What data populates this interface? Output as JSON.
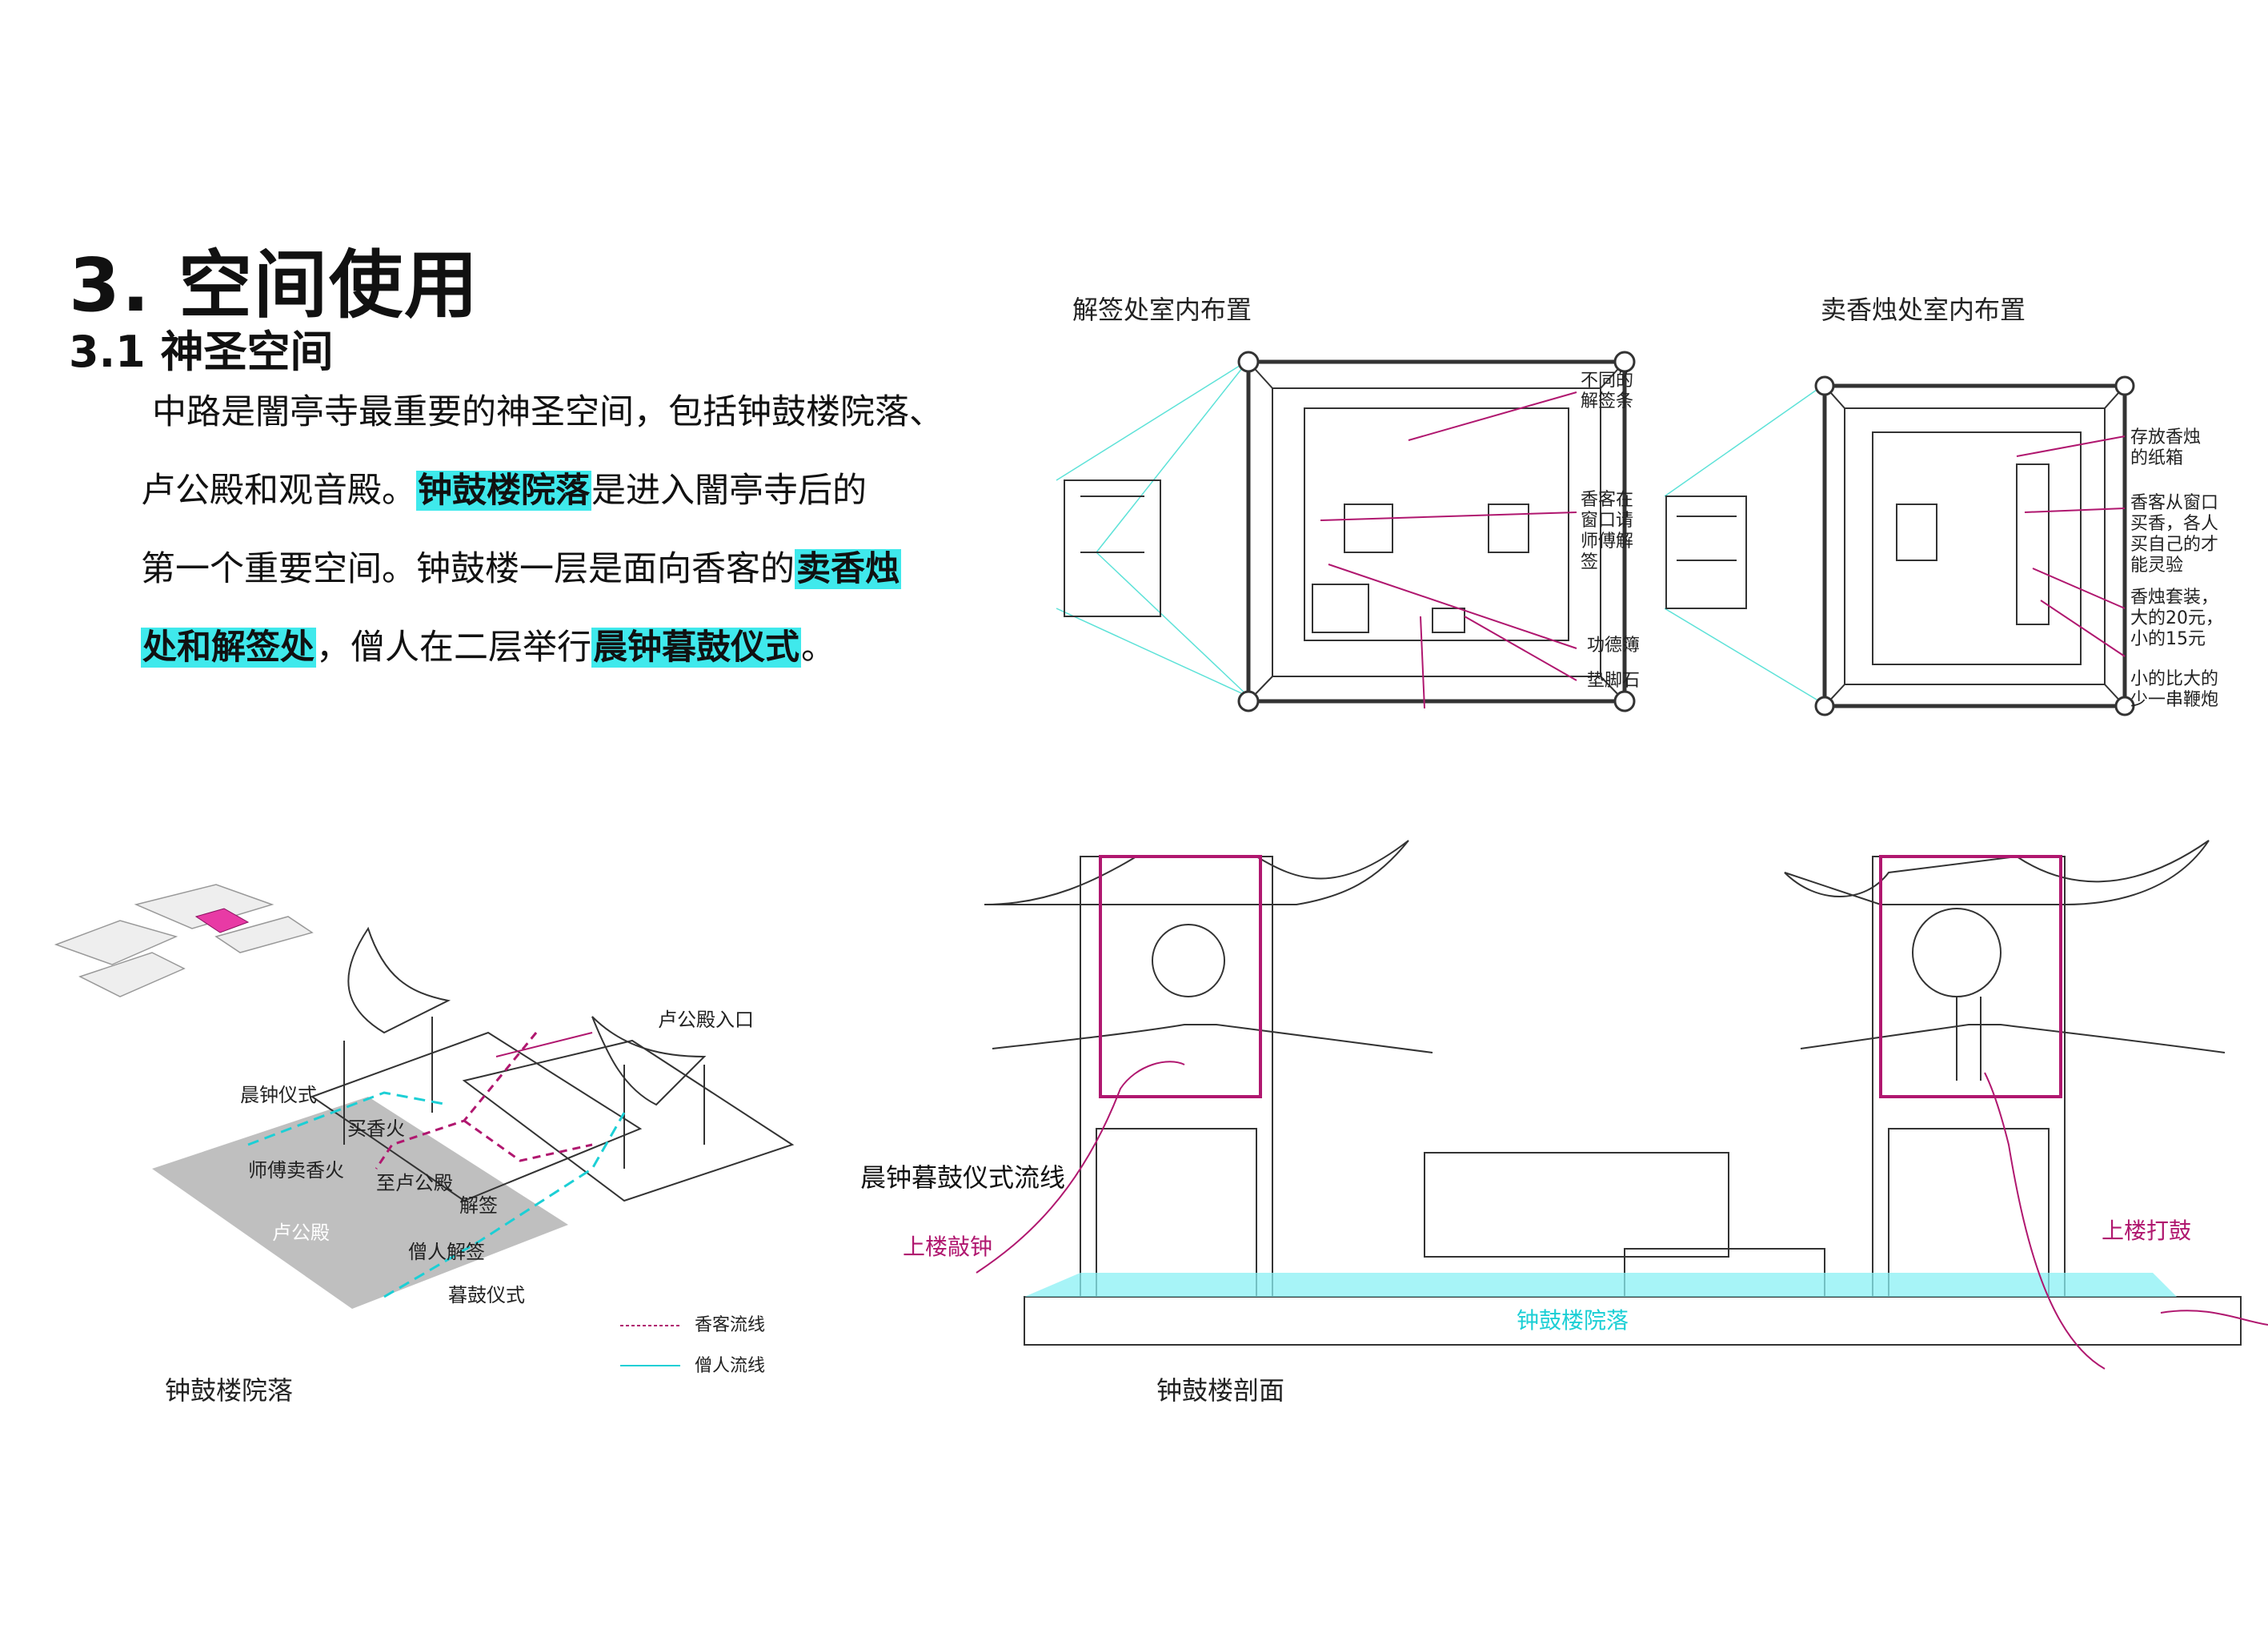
{
  "heading": {
    "title": "3. 空间使用",
    "subtitle": "3.1  神圣空间"
  },
  "intro": {
    "line1": "中路是闇亭寺最重要的神圣空间，包括钟鼓楼院落、",
    "line2_a": "卢公殿和观音殿。",
    "line2_hl": "钟鼓楼院落",
    "line2_b": "是进入闇亭寺后的",
    "line3_a": "第一个重要空间。钟鼓楼一层是面向香客的",
    "line3_hl": "卖香烛",
    "line4_hl": "处和解签处",
    "line4_b": "，僧人在二层举行",
    "line4_hl2": "晨钟暮鼓仪式",
    "line4_c": "。"
  },
  "interior_left": {
    "title": "解签处室内布置",
    "labels": [
      "不同的\n解签条",
      "香客在\n窗口请\n师傅解\n签",
      "功德簿",
      "垫脚石"
    ]
  },
  "interior_right": {
    "title": "卖香烛处室内布置",
    "labels": [
      "存放香烛\n的纸箱",
      "香客从窗口\n买香，各人\n买自己的才\n能灵验",
      "香烛套装，\n大的20元，\n小的15元",
      "小的比大的\n少一串鞭炮"
    ]
  },
  "axon": {
    "caption": "钟鼓楼院落",
    "labels": {
      "entrance": "卢公殿入口",
      "morning_bell": "晨钟仪式",
      "buy_incense": "买香火",
      "monk_sell": "师傅卖香火",
      "to_hall": "至卢公殿",
      "jieqian": "解签",
      "hall": "卢公殿",
      "monk_jieqian": "僧人解签",
      "evening_drum": "暮鼓仪式"
    },
    "legend": {
      "visitor": "香客流线",
      "monk": "僧人流线"
    }
  },
  "section": {
    "caption": "钟鼓楼剖面",
    "flow_label": "晨钟暮鼓仪式流线",
    "bell_up": "上楼敲钟",
    "drum_up": "上楼打鼓",
    "courtyard": "钟鼓楼院落"
  },
  "colors": {
    "accent_cyan": "#3fe9ec",
    "flow_magenta": "#b0176f",
    "flow_cyan": "#1ccfd5",
    "ink": "#111111"
  }
}
